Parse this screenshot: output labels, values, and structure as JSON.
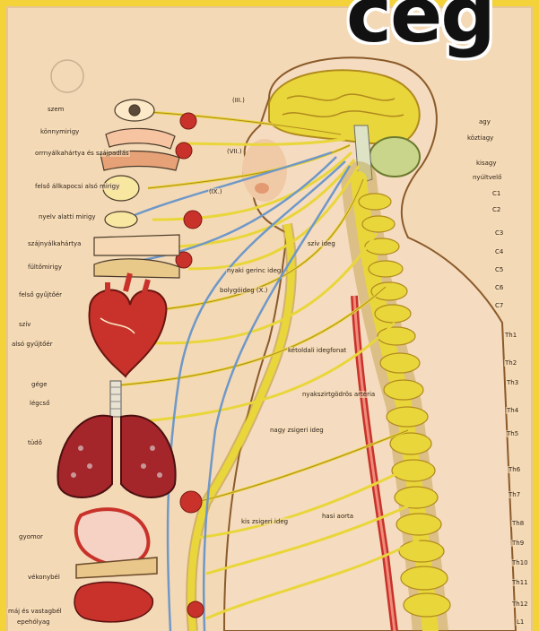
{
  "headline": "ceg",
  "colors": {
    "frame": "#f3d23a",
    "paper": "#f4d9b6",
    "nerve": "#e9d63a",
    "nerve_outline": "#b08a1e",
    "blue_nerve": "#6f98c8",
    "organ_red": "#c8322a",
    "text": "#2a1f16"
  },
  "left_labels": [
    "szem",
    "könnymirigy",
    "orrnyálkahártya és szájpadlás",
    "felső állkapocsi alsó mirigy",
    "nyelv alatti mirigy",
    "szájnyálkahártya",
    "fültőmirigy",
    "felső gyűjtőér",
    "szív",
    "alsó gyűjtőér",
    "gége",
    "légcső",
    "tüdő",
    "gyomor",
    "vékonybél",
    "máj és vastagbél",
    "epehólyag"
  ],
  "right_labels": [
    "agy",
    "köztiagy",
    "kisagy",
    "nyúltvelő",
    "C1",
    "C2",
    "C3",
    "C4",
    "C5",
    "C6",
    "C7",
    "Th1",
    "Th2",
    "Th3",
    "Th4",
    "Th5",
    "Th6",
    "Th7",
    "Th8",
    "Th9",
    "Th10",
    "Th11",
    "Th12",
    "L1"
  ],
  "center_labels": [
    "(III.)",
    "(VII.)",
    "(IX.)",
    "bolygóideg (X.)",
    "nagy zsigeri ideg",
    "kis zsigeri ideg",
    "hasi aorta",
    "nyaki gerinc ideg",
    "szív ideg",
    "kétoldali idegfonat",
    "nyakszirtgödrös artéria"
  ]
}
